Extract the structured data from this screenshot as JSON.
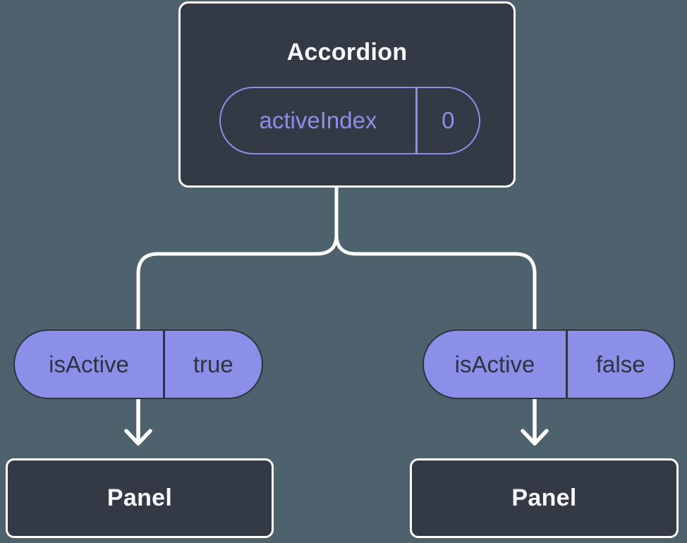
{
  "colors": {
    "background": "#4d626c",
    "node_fill": "#333a46",
    "node_border": "#ffffff",
    "node_text": "#f8f8fb",
    "accent_purple": "#8b8fe8",
    "pill_dark_text": "#2d3440",
    "connector": "#ffffff"
  },
  "tree": {
    "root": {
      "title": "Accordion",
      "state_pill": {
        "name": "activeIndex",
        "value": "0"
      }
    },
    "branches": [
      {
        "prop_pill": {
          "name": "isActive",
          "value": "true"
        },
        "node": {
          "title": "Panel"
        }
      },
      {
        "prop_pill": {
          "name": "isActive",
          "value": "false"
        },
        "node": {
          "title": "Panel"
        }
      }
    ]
  }
}
